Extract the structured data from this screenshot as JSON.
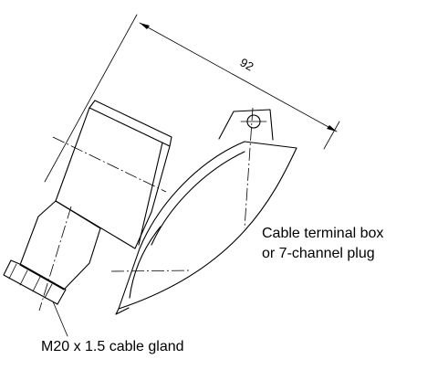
{
  "dimension": {
    "value": "92"
  },
  "labels": {
    "terminal_box_line1": "Cable terminal box",
    "terminal_box_line2": "or 7-channel plug",
    "cable_gland": "M20 x 1.5 cable gland"
  }
}
